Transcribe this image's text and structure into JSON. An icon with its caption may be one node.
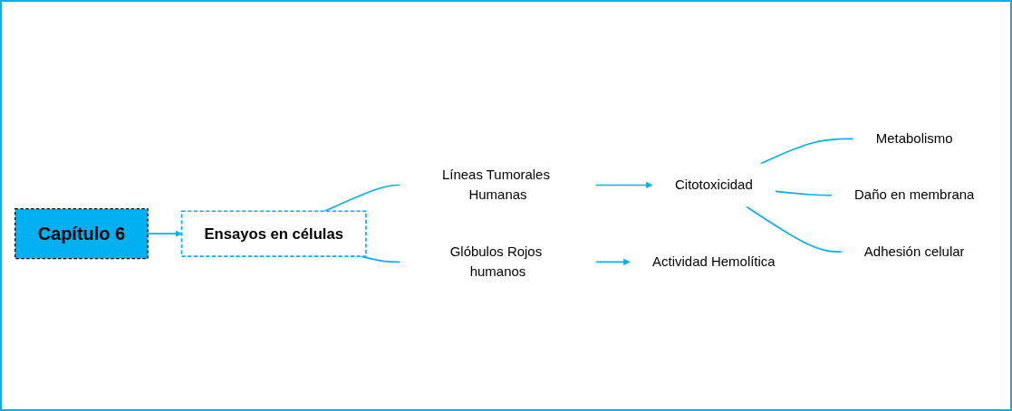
{
  "diagram": {
    "nodes": [
      {
        "text": [
          "Capítulo 6"
        ]
      },
      {
        "text": [
          "Ensayos en células"
        ]
      },
      {
        "text": [
          "Líneas Tumorales Humanas"
        ]
      },
      {
        "text": [
          "Citotoxicidad"
        ]
      },
      {
        "text": [
          "Metabolismo"
        ]
      },
      {
        "text": [
          "Daño en membrana"
        ]
      },
      {
        "text": [
          "Adhesión celular"
        ]
      },
      {
        "text": [
          "Glóbulos Rojos humanos"
        ]
      },
      {
        "text": [
          "Actividad Hemolítica"
        ]
      }
    ],
    "edges": [
      {
        "from": 0,
        "to": 1,
        "arrow": "to"
      },
      {
        "from": 1,
        "to": 2,
        "arrow": "none"
      },
      {
        "from": 1,
        "to": 7,
        "arrow": "none"
      },
      {
        "from": 2,
        "to": 3,
        "arrow": "to"
      },
      {
        "from": 3,
        "to": 4,
        "arrow": "none"
      },
      {
        "from": 3,
        "to": 5,
        "arrow": "none"
      },
      {
        "from": 3,
        "to": 6,
        "arrow": "none"
      },
      {
        "from": 7,
        "to": 8,
        "arrow": "to"
      }
    ]
  }
}
